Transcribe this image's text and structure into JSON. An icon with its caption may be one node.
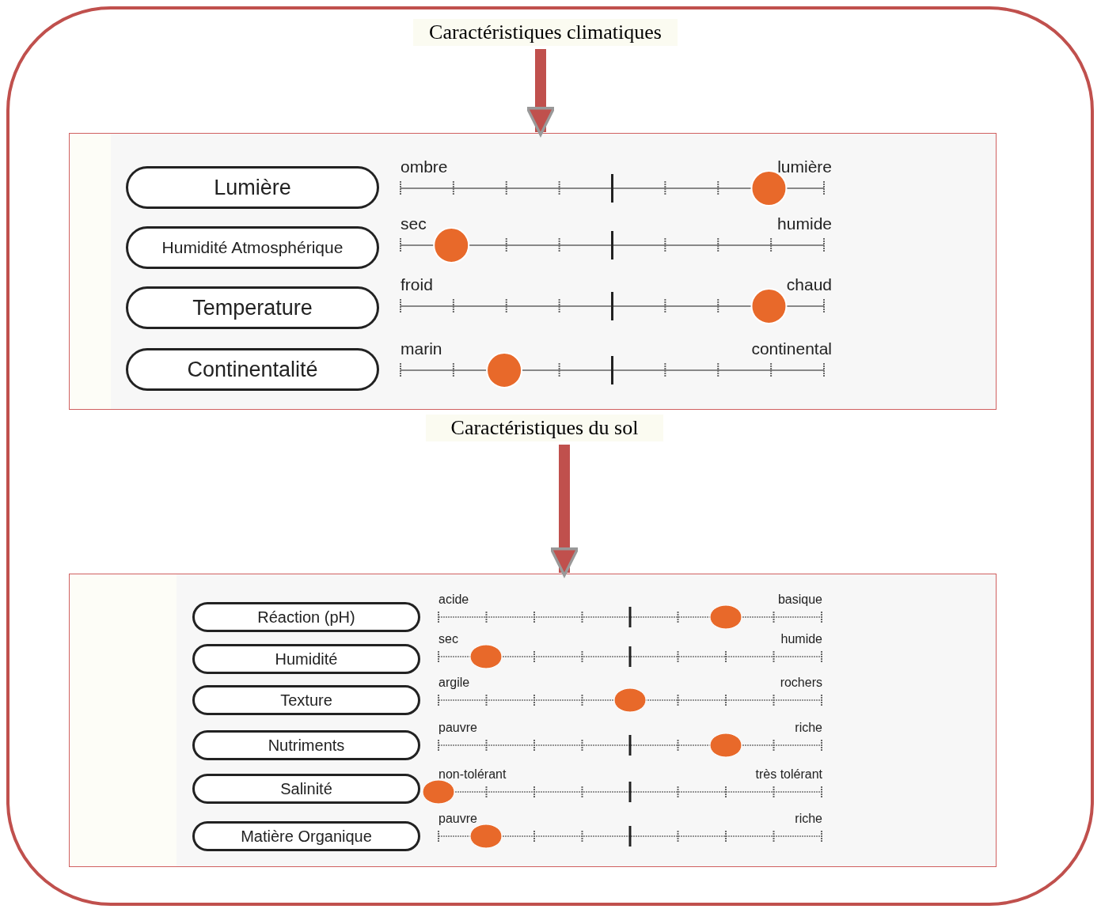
{
  "diagram": {
    "nodes": [
      {
        "text": [
          "Caractéristiques climatiques"
        ]
      },
      {
        "text": [],
        "shape": "box"
      },
      {
        "text": [
          "Lumière"
        ],
        "in": 1
      },
      {
        "text": [
          "Humidité Atmosphérique"
        ],
        "in": 1
      },
      {
        "text": [
          "Temperature"
        ],
        "in": 1
      },
      {
        "text": [
          "Continentalité"
        ],
        "in": 1
      },
      {
        "text": [
          "Caractéristiques du sol"
        ]
      },
      {
        "text": [],
        "shape": "box"
      },
      {
        "text": [
          "Réaction (pH)"
        ],
        "in": 7
      },
      {
        "text": [
          "Humidité"
        ],
        "in": 7
      },
      {
        "text": [
          "Texture"
        ],
        "in": 7
      },
      {
        "text": [
          "Nutriments"
        ],
        "in": 7
      },
      {
        "text": [
          "Salinité"
        ],
        "in": 7
      },
      {
        "text": [
          "Matière Organique"
        ],
        "in": 7
      }
    ],
    "edges": [
      {
        "from": 0,
        "to": 1,
        "arrow": "to"
      },
      {
        "from": 6,
        "to": 7,
        "arrow": "to"
      }
    ],
    "labels": [
      "ombre",
      "lumière",
      "sec",
      "humide",
      "froid",
      "chaud",
      "marin",
      "continental",
      "acide",
      "basique",
      "sec",
      "humide",
      "argile",
      "rochers",
      "pauvre",
      "riche",
      "non-tolérant",
      "très tolérant",
      "pauvre",
      "riche"
    ]
  }
}
